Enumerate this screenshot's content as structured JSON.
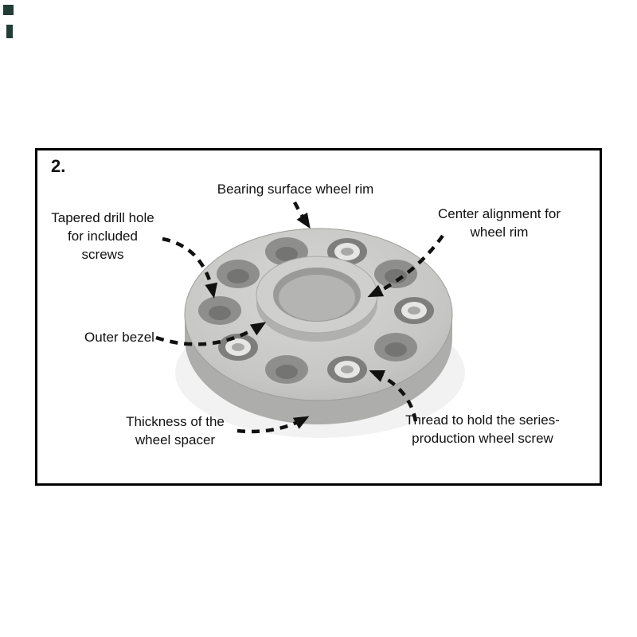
{
  "figure": {
    "step_number": "2."
  },
  "labels": {
    "bearing_surface": "Bearing surface wheel rim",
    "tapered_drill_hole": "Tapered drill hole\nfor included\nscrews",
    "center_alignment": "Center alignment for\nwheel rim",
    "outer_bezel": "Outer bezel",
    "thickness": "Thickness of the\nwheel spacer",
    "thread": "Thread to hold the series-\nproduction wheel screw"
  },
  "colors": {
    "background": "#ffffff",
    "frame_border": "#000000",
    "label_text": "#111111",
    "arrow": "#111111",
    "spacer_top": "#c9c9c7",
    "spacer_side": "#adadab",
    "hole_dark": "#8e8e8c",
    "hole_thread_bright": "#e6e6e4"
  }
}
